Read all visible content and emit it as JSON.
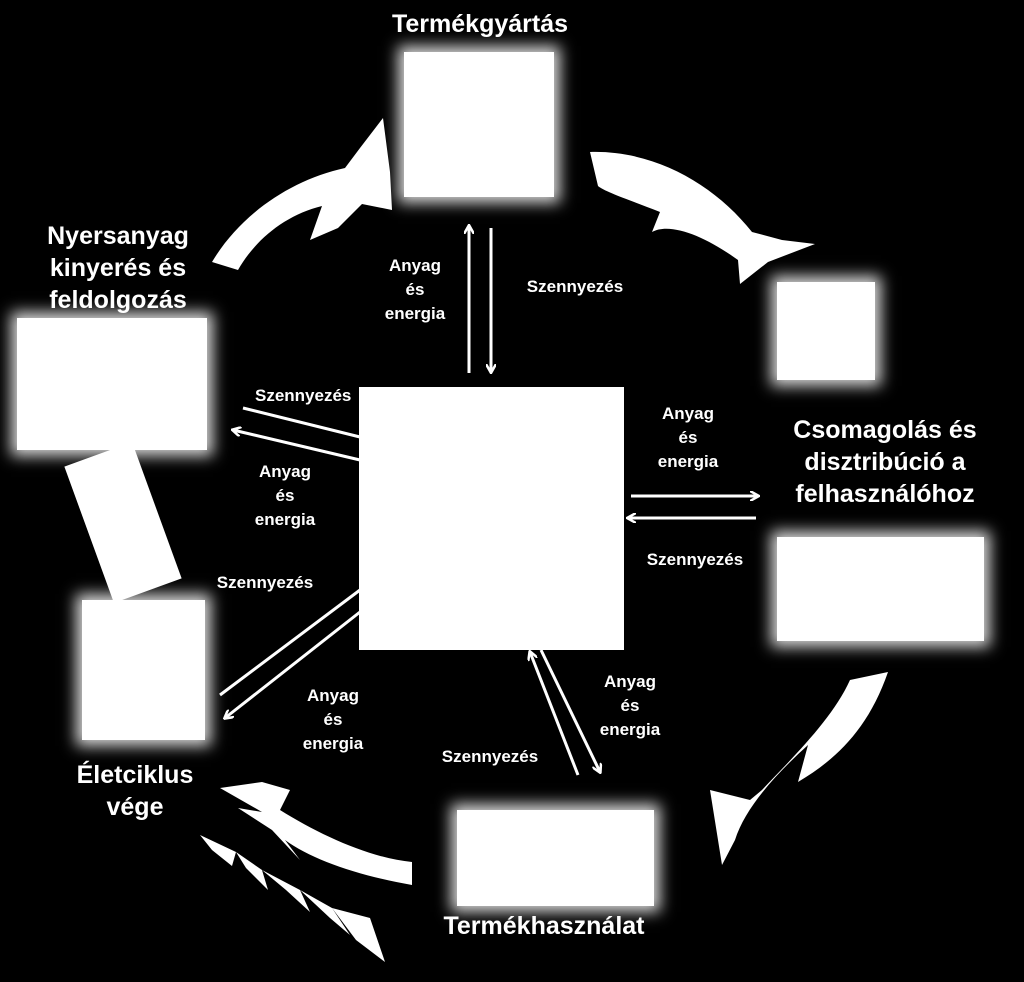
{
  "stages": {
    "production": "Termékgyártás",
    "raw_material": "Nyersanyag\nkinyerés és\nfeldolgozás",
    "packaging": "Csomagolás és\ndisztribúció a\nfelhasználóhoz",
    "use": "Termékhasználat",
    "end_of_life": "Életciklus\nvége"
  },
  "flows": {
    "production_in": "Anyag\nés\nenergia",
    "production_out": "Szennyezés",
    "raw_out": "Szennyezés",
    "raw_in": "Anyag\nés\nenergia",
    "packaging_in": "Anyag\nés\nenergia",
    "packaging_out": "Szennyezés",
    "use_in": "Anyag\nés\nenergia",
    "use_out": "Szennyezés",
    "end_out": "Szennyezés",
    "end_in": "Anyag\nés\nenergia"
  },
  "colors": {
    "background": "#000000",
    "foreground": "#ffffff"
  }
}
